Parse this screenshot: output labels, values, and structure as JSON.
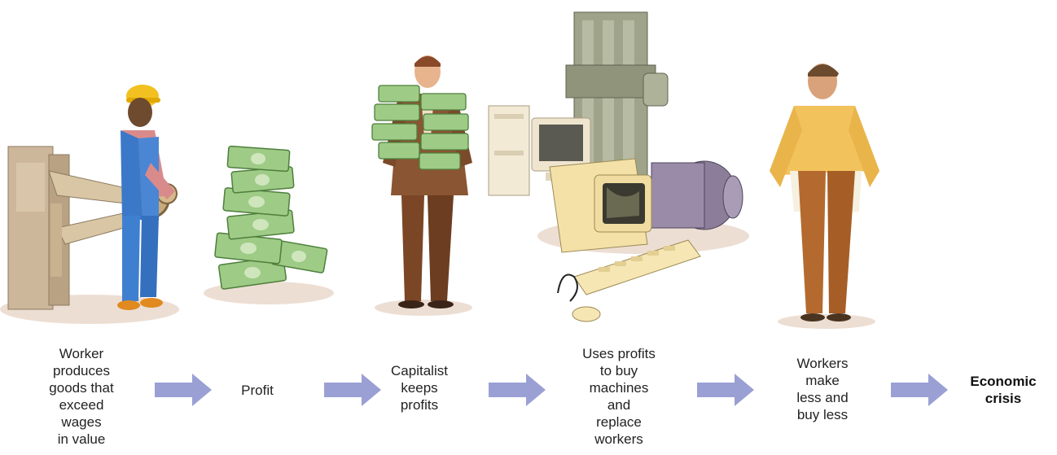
{
  "diagram": {
    "steps": [
      {
        "id": "worker",
        "label": "Worker\nproduces\ngoods that\nexceed\nwages\nin value",
        "icon": "factory-worker-illustration"
      },
      {
        "id": "profit",
        "label": "Profit",
        "icon": "money-stack-illustration"
      },
      {
        "id": "capitalist",
        "label": "Capitalist\nkeeps\nprofits",
        "icon": "capitalist-holding-money-illustration"
      },
      {
        "id": "machines",
        "label": "Uses profits\nto buy\nmachines\nand\nreplace\nworkers",
        "icon": "machines-and-computer-illustration"
      },
      {
        "id": "workers-less",
        "label": "Workers\nmake\nless and\nbuy less",
        "icon": "poor-worker-empty-pockets-illustration"
      },
      {
        "id": "crisis",
        "label": "Economic\ncrisis",
        "icon": ""
      }
    ],
    "arrow_color": "#9aa0d4",
    "arrow_count": 5
  }
}
